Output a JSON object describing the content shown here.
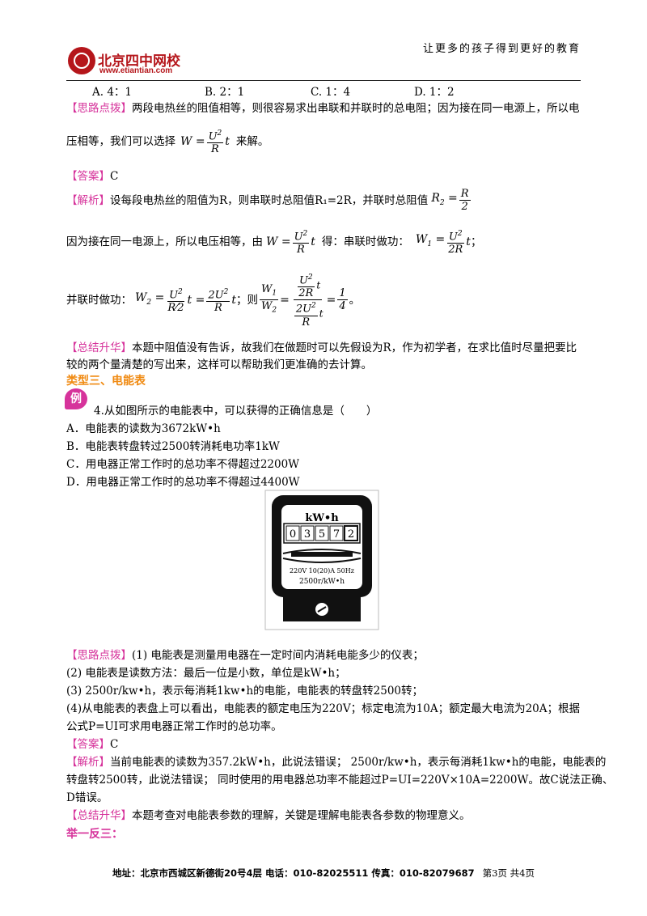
{
  "header": {
    "logo_cn": "北京四中网校",
    "logo_url": "www.etiantian.com",
    "slogan": "让更多的孩子得到更好的教育"
  },
  "options_prev": {
    "a": "A. 4：1",
    "b": "B. 2：1",
    "c": "C. 1：4",
    "d": "D. 1：2"
  },
  "q3": {
    "hint_tag": "【思路点拨】",
    "hint_1": "两段电热丝的阻值相等，则很容易求出串联和并联时的总电阻；因为接在同一电源上，所以电",
    "hint_2a": "压相等，我们可以选择",
    "hint_2b": "来解。",
    "answer_tag": "【答案】",
    "answer": "C",
    "analysis_tag": "【解析】",
    "analysis_1": "设每段电热丝的阻值为R，则串联时总阻值R₁=2R，并联时总阻值",
    "analysis_2a": "因为接在同一电源上，所以电压相等，由",
    "analysis_2b": "得：串联时做功：",
    "analysis_3a": "并联时做功：",
    "analysis_3b": "；则",
    "summary_tag": "【总结升华】",
    "summary_1": "本题中阻值没有告诉，故我们在做题时可以先假设为R，作为初学者，在求比值时尽量把要比",
    "summary_2": "较的两个量清楚的写出来，这样可以帮助我们更准确的去计算。"
  },
  "section3": {
    "title": "类型三、电能表",
    "badge": "例",
    "q4": "4.从如图所示的电能表中，可以获得的正确信息是（　　）",
    "opt_a": "A．电能表的读数为3672kW•h",
    "opt_b": "B．电能表转盘转过2500转消耗电功率1kW",
    "opt_c": "C．用电器正常工作时的总功率不得超过2200W",
    "opt_d": "D．用电器正常工作时的总功率不得超过4400W"
  },
  "meter": {
    "unit": "kW•h",
    "digits": [
      "0",
      "3",
      "5",
      "7",
      "2"
    ],
    "spec_1": "220V 10(20)A 50Hz",
    "spec_2": "2500r/kW•h"
  },
  "q4_solution": {
    "hint_tag": "【思路点拨】",
    "hint_1": "(1) 电能表是测量用电器在一定时间内消耗电能多少的仪表；",
    "hint_2": "(2) 电能表是读数方法：最后一位是小数，单位是kW•h；",
    "hint_3": "(3) 2500r/kw•h，表示每消耗1kw•h的电能，电能表的转盘转2500转；",
    "hint_4": "(4)从电能表的表盘上可以看出，电能表的额定电压为220V；标定电流为10A；额定最大电流为20A；根据",
    "hint_5": "公式P=UI可求用电器正常工作时的总功率。",
    "answer_tag": "【答案】",
    "answer": "C",
    "analysis_tag": "【解析】",
    "analysis_1": "当前电能表的读数为357.2kW•h，此说法错误；  2500r/kw•h，表示每消耗1kw•h的电能，电能表的",
    "analysis_2": "转盘转2500转，此说法错误；  同时使用的用电器总功率不能超过P=UI=220V×10A=2200W。故C说法正确、",
    "analysis_3": "D错误。",
    "summary_tag": "【总结升华】",
    "summary": "本题考查对电能表参数的理解，关键是理解电能表各参数的物理意义。",
    "next": "举一反三："
  },
  "footer": {
    "address": "地址：北京市西城区新德街20号4层 电话：010-82025511 传真：010-82079687",
    "page": "第3页 共4页"
  }
}
